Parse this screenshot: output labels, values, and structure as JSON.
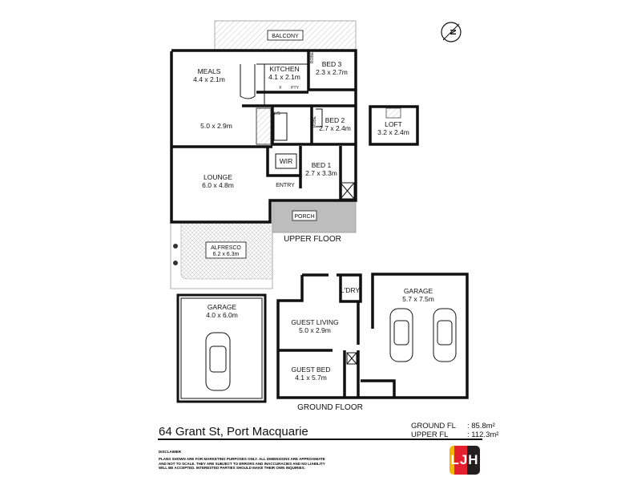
{
  "address": "64 Grant St, Port Macquarie",
  "areas": [
    {
      "label": "GROUND FL",
      "value": ": 85.8m²"
    },
    {
      "label": "UPPER FL",
      "value": ": 112.3m²"
    }
  ],
  "disclaimer": {
    "heading": "DISCLAIMER",
    "text": "PLANS SHOWN ARE FOR MARKETING PURPOSES ONLY. ALL DIMENSIONS ARE APPROXIMATE AND NOT TO SCALE. THEY ARE SUBJECT TO ERRORS AND INACCURACIES AND NO LIABILITY WILL BE ACCEPTED. INTERESTED PARTIES SHOULD MAKE THEIR OWN INQUIRIES."
  },
  "logo": "LJH",
  "compass": "N",
  "upper_floor": {
    "label": "UPPER FLOOR",
    "balcony": "BALCONY",
    "meals": {
      "name": "MEALS",
      "size": "4.4 x 2.1m"
    },
    "kitchen": {
      "name": "KITCHEN",
      "size": "4.1 x 2.1m"
    },
    "fridge": "F",
    "pantry": "PTY",
    "bed3": {
      "name": "BED 3",
      "size": "2.3 x 2.7m"
    },
    "dining_size": "5.0 x 2.9m",
    "linen": "L/S",
    "robe": "ROBE",
    "robe_small": "ROBE",
    "bed2": {
      "name": "BED 2",
      "size": "2.7 x 2.4m"
    },
    "wir": "WIR",
    "bed1": {
      "name": "BED 1",
      "size": "2.7 x 3.3m"
    },
    "lounge": {
      "name": "LOUNGE",
      "size": "6.0 x 4.8m"
    },
    "entry": "ENTRY",
    "porch": "PORCH",
    "alfresco": {
      "name": "ALFRESCO",
      "size": "6.2 x 6.3m"
    },
    "loft": {
      "name": "LOFT",
      "size": "3.2 x 2.4m"
    }
  },
  "ground_floor": {
    "label": "GROUND FLOOR",
    "laundry": "L'DRY",
    "garage": {
      "name": "GARAGE",
      "size": "5.7 x 7.5m"
    },
    "guest_living": {
      "name": "GUEST LIVING",
      "size": "5.0 x 2.9m"
    },
    "guest_bed": {
      "name": "GUEST BED",
      "size": "4.1 x 5.7m"
    }
  },
  "detached_garage": {
    "name": "GARAGE",
    "size": "4.0 x 6.0m"
  }
}
